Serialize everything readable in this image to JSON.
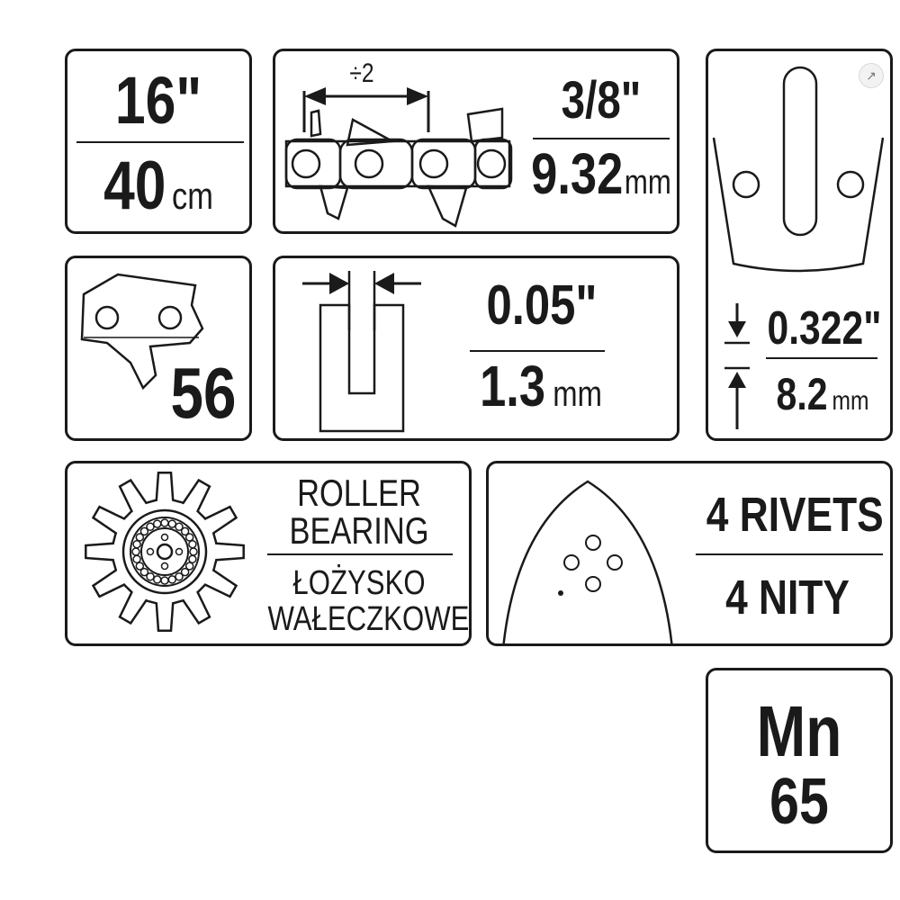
{
  "bar_length": {
    "inches": "16\"",
    "cm_value": "40",
    "cm_unit": "cm"
  },
  "pitch": {
    "divider": "÷2",
    "inches": "3/8\"",
    "mm_value": "9.32",
    "mm_unit": "mm"
  },
  "drive_links": {
    "count": "56"
  },
  "gauge": {
    "inches": "0.05\"",
    "mm_value": "1.3",
    "mm_unit": "mm"
  },
  "groove_depth": {
    "inches": "0.322\"",
    "mm_value": "8.2",
    "mm_unit": "mm"
  },
  "sprocket": {
    "line1": "ROLLER",
    "line2": "BEARING",
    "line3": "ŁOŻYSKO",
    "line4": "WAŁECZKOWE"
  },
  "rivets": {
    "en": "4 RIVETS",
    "pl": "4 NITY"
  },
  "material": {
    "line1": "Mn",
    "line2": "65"
  },
  "icons": {
    "zoom": "expand-icon"
  },
  "colors": {
    "ink": "#1a1a1a",
    "background": "#ffffff"
  }
}
